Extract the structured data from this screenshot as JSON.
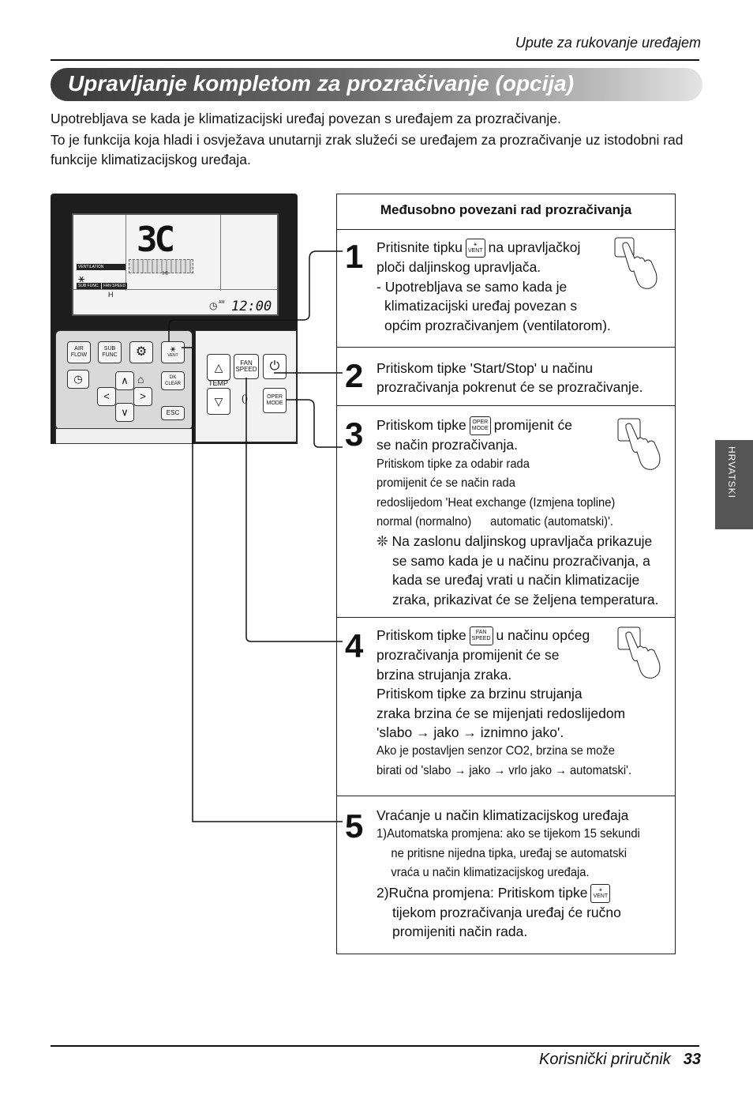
{
  "header": {
    "section": "Upute za rukovanje uređajem"
  },
  "title": "Upravljanje kompletom za prozračivanje (opcija)",
  "intro": {
    "p1": "Upotrebljava se kada je klimatizacijski uređaj povezan s uređajem za prozračivanje.",
    "p2": "To je funkcija koja hladi i osvježava unutarnji zrak služeći se uređajem za prozračivanje uz istodobni rad funkcije klimatizacijskog uređaja."
  },
  "remote": {
    "lcd": {
      "temp": "3C",
      "ventilation": "VENTILATION",
      "hi": "HI",
      "sub_func": "SUB FUNC.",
      "fan_speed": "FAN SPEED",
      "h": "H",
      "clock": "12:00",
      "am": "AM"
    },
    "buttons": {
      "air_flow": "AIR FLOW",
      "sub_func": "SUB FUNC",
      "vent": "VENT",
      "ok_clear": "OK CLEAR",
      "esc": "ESC",
      "fan_speed": "FAN SPEED",
      "temp": "TEMP",
      "oper_mode": "OPER MODE"
    }
  },
  "table": {
    "heading": "Međusobno povezani rad prozračivanja",
    "steps": [
      {
        "num": "1",
        "l1a": "Pritisnite tipku",
        "l1b": "na upravljačkoj",
        "l2": "ploči daljinskog upravljača.",
        "l3": "- Upotrebljava se samo kada je",
        "l4": "klimatizacijski uređaj povezan s",
        "l5": "općim prozračivanjem (ventilatorom)."
      },
      {
        "num": "2",
        "l1": "Pritiskom tipke 'Start/Stop' u načinu",
        "l2": "prozračivanja pokrenut će se prozračivanje."
      },
      {
        "num": "3",
        "l1a": "Pritiskom tipke",
        "l1b": "promijenit će",
        "l2": "se način prozračivanja.",
        "l3": "Pritiskom tipke za odabir rada",
        "l4": "promijenit će se način rada",
        "l5": "redoslijedom 'Heat exchange (Izmjena topline)",
        "l6a": "normal (normalno)",
        "l6b": "automatic (automatski)'.",
        "n1": "❊ Na zaslonu daljinskog upravljača prikazuje",
        "n2": "se samo kada je u načinu prozračivanja, a",
        "n3": "kada se uređaj vrati u način klimatizacije",
        "n4": "zraka, prikazivat će se željena temperatura."
      },
      {
        "num": "4",
        "l1a": "Pritiskom tipke",
        "l1b": "u načinu općeg",
        "l2": "prozračivanja promijenit će se",
        "l3": "brzina strujanja zraka.",
        "l4": "Pritiskom tipke za brzinu strujanja",
        "l5": "zraka brzina će se mijenjati redoslijedom",
        "l6": "'slabo → jako → iznimno jako'.",
        "l7": "Ako je postavljen senzor CO2, brzina se može",
        "l8": "birati od 'slabo → jako → vrlo jako → automatski'."
      },
      {
        "num": "5",
        "l1": "Vraćanje u način klimatizacijskog uređaja",
        "l2": "1)Automatska promjena: ako se tijekom 15 sekundi",
        "l3": "ne pritisne nijedna tipka, uređaj se automatski",
        "l4": "vraća u način klimatizacijskog uređaja.",
        "l5": "2)Ručna promjena: Pritiskom tipke",
        "l6": "tijekom prozračivanja uređaj će ručno",
        "l7": "promijeniti način rada."
      }
    ]
  },
  "side_tab": "HRVATSKI",
  "footer": {
    "label": "Korisnički priručnik",
    "page": "33"
  }
}
